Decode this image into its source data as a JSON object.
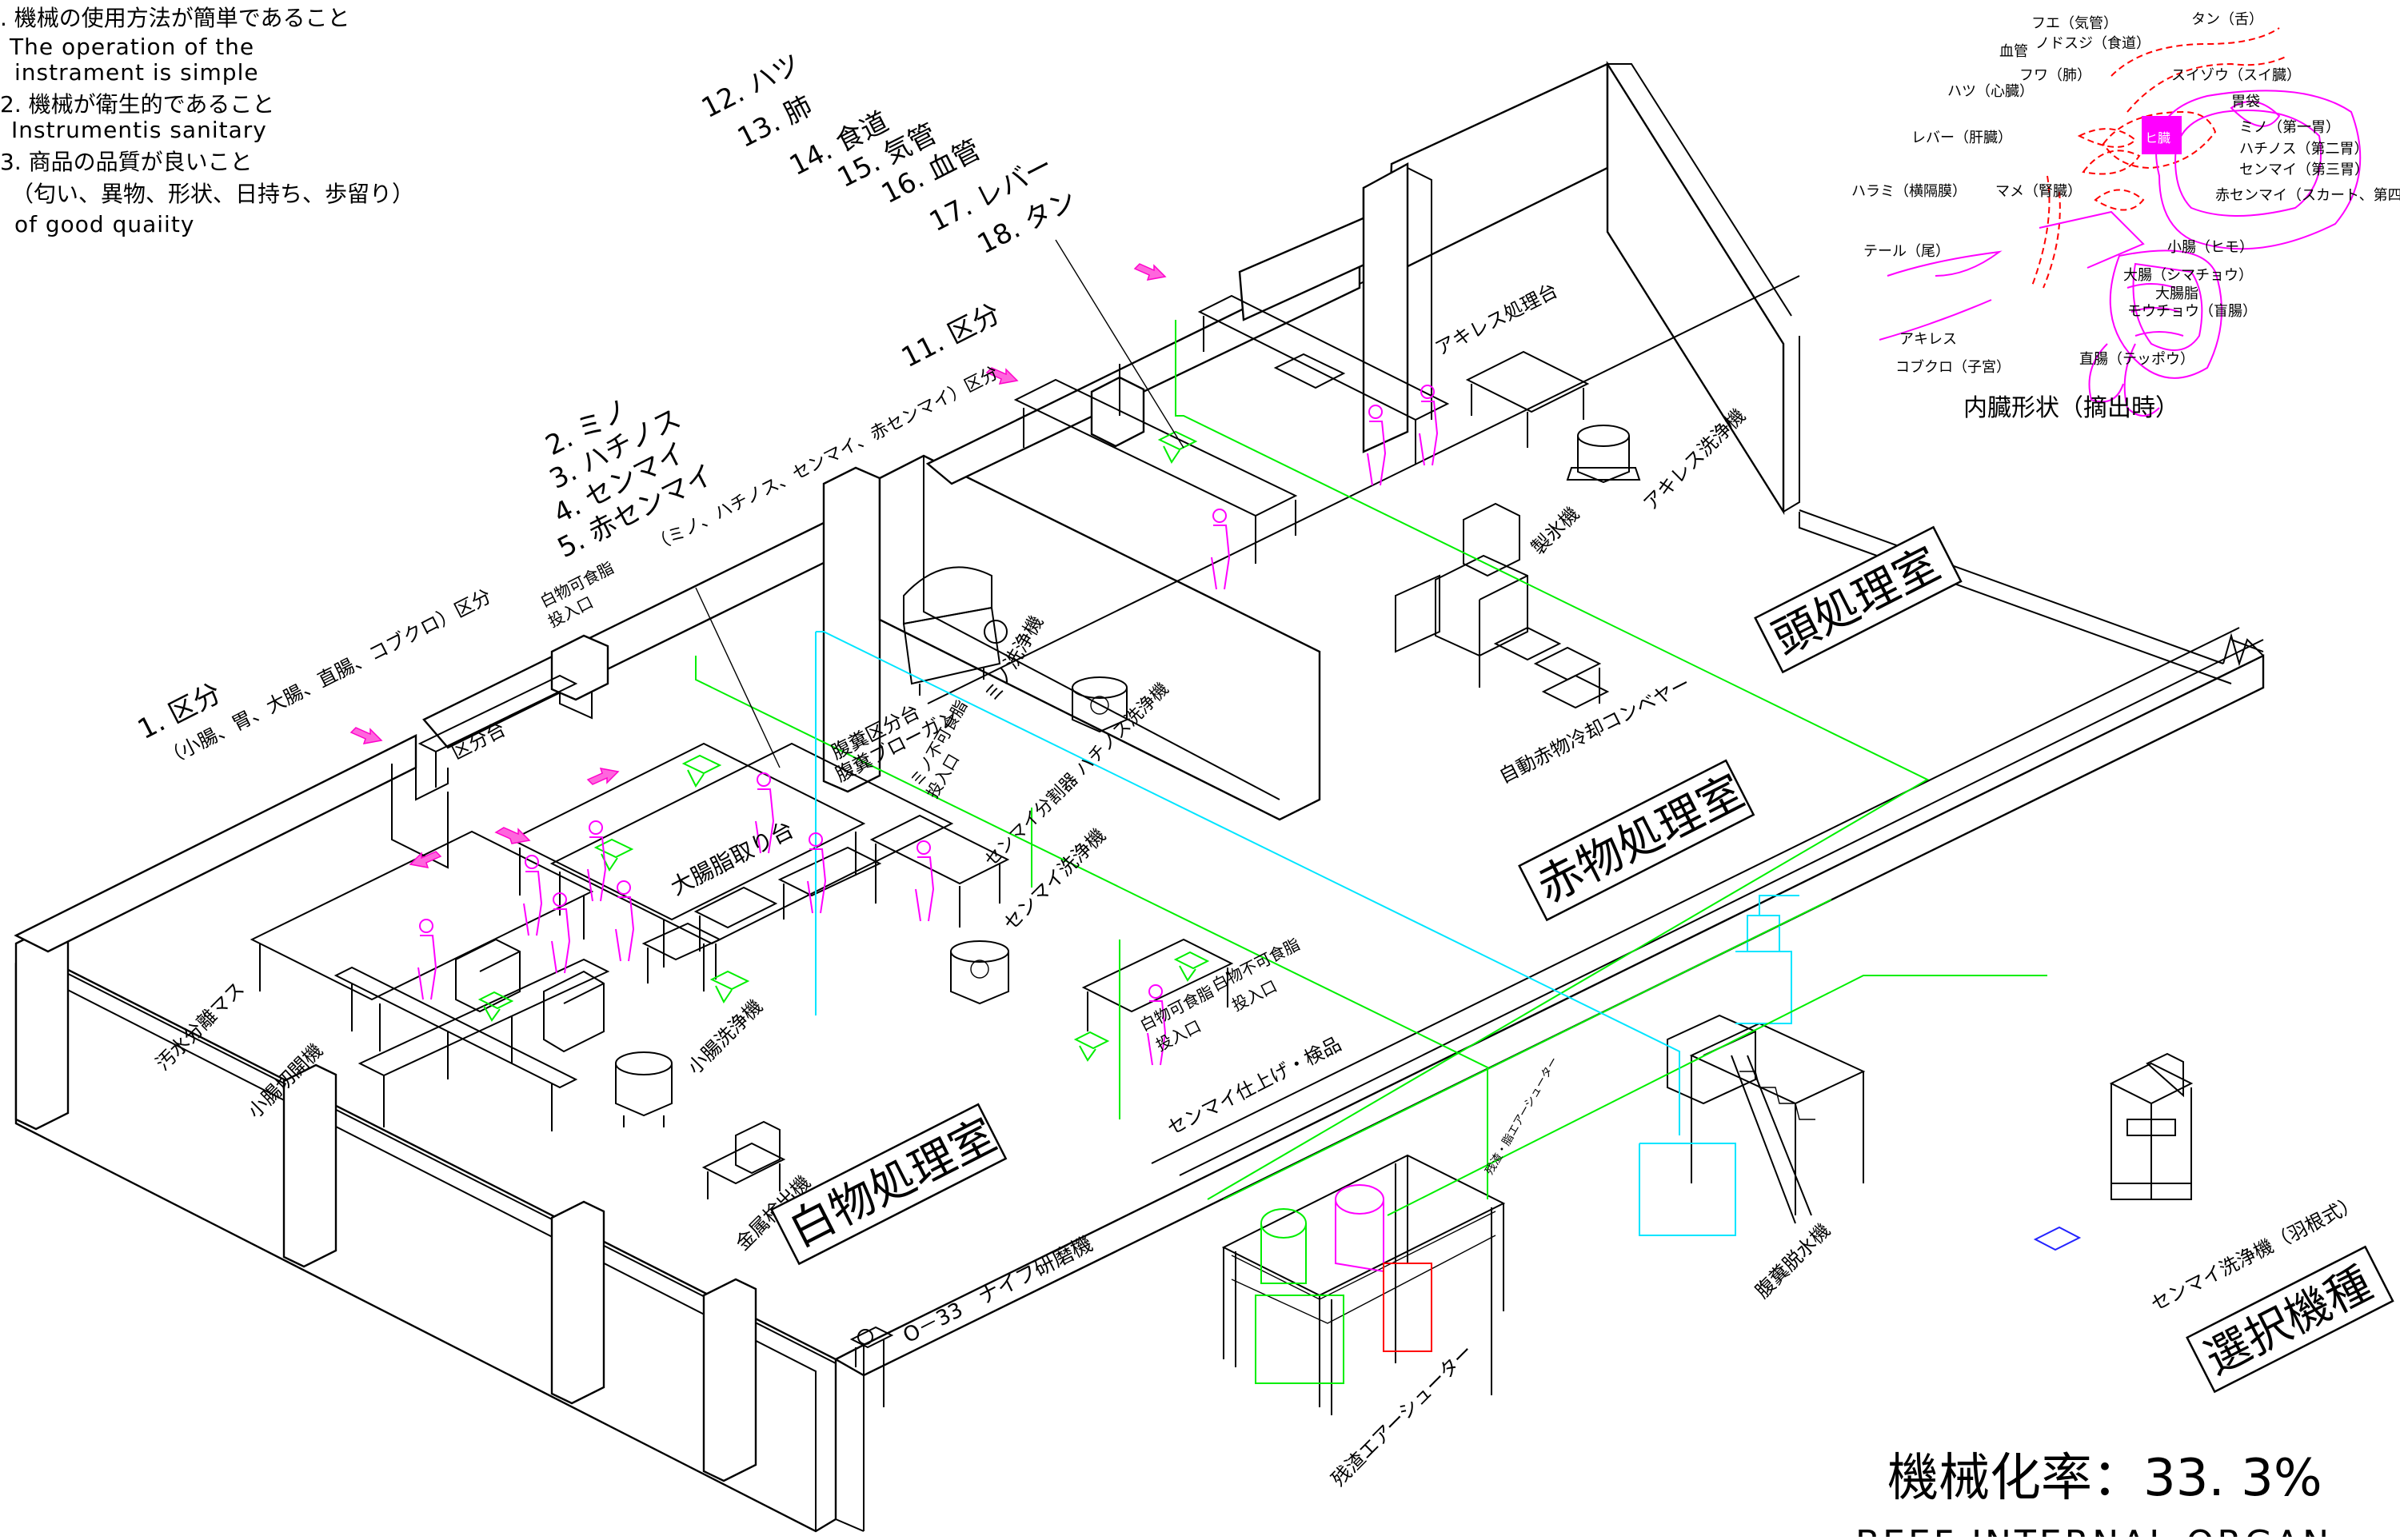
{
  "criteria": [
    {
      "jp": ". 機械の使用方法が簡単であること",
      "en1": "The  operation  of  the",
      "en2": "instrament  is  simple"
    },
    {
      "jp": "2. 機械が衛生的であること",
      "en1": "Instrumentis  sanitary"
    },
    {
      "jp": "3. 商品の品質が良いこと",
      "jp2": "（匂い、異物、形状、日持ち、歩留り）",
      "en1": "of  good  quaiity"
    }
  ],
  "steps": {
    "s1a": "1. 区分",
    "s1b": "（小腸、胃、大腸、直腸、コブクロ）区分",
    "s2": "2. ミノ",
    "s3": "3. ハチノス",
    "s4": "4. センマイ",
    "s5": "5. 赤センマイ",
    "s5b": "（ミノ、ハチノス、センマイ、赤センマイ）区分",
    "s11": "11. 区分",
    "s12": "12. ハツ",
    "s13": "13. 肺",
    "s14": "14. 食道",
    "s15": "15. 気管",
    "s16": "16. 血管",
    "s17": "17. レバー",
    "s18": "18. タン"
  },
  "rooms": {
    "white": "白物処理室",
    "red": "赤物処理室",
    "head": "頭処理室",
    "select": "選択機種"
  },
  "labels": {
    "kubundai": "区分台",
    "shiro_kashoku": "白物可食脂",
    "shiro_nyu": "投入口",
    "fukufun_kubun": "腹糞区分台",
    "fukufun_blower": "腹糞ブローガン",
    "mino_fukashoku": "ミノ不可食脂",
    "mino_nyu": "投入口",
    "daicho_toridai": "大腸脂取り台",
    "mino_washer": "ミノ洗浄機",
    "hachinosu_washer": "センマイ分割器 ハチノス洗浄機",
    "senmai_washer": "センマイ洗浄機",
    "shiro_fukashoku": "白物不可食脂",
    "shiro_fuka_nyu": "投入口",
    "shiro_kashoku2": "白物可食脂",
    "shiro_kashoku2_nyu": "投入口",
    "senmai_shiage": "センマイ仕上げ・検品",
    "osui": "汚水分離マス",
    "shocho_setsukai": "小腸切開機",
    "shocho_washer": "小腸洗浄機",
    "metal_detector": "金属検出機",
    "knife": "O－33　ナイフ研磨機",
    "zansa": "残渣エアーシューター",
    "zansa_small": "残渣・脂エアーシューター",
    "fukufun_dassui": "腹糞脱水機",
    "senmai_washer2": "センマイ洗浄機（羽根式）",
    "achilles_dai": "アキレス処理台",
    "achilles_washer": "アキレス洗浄機",
    "ice": "製氷機",
    "conveyor": "自動赤物冷却コンベヤー"
  },
  "organ_diagram": {
    "title": "内臓形状（摘出時）",
    "labels": [
      "フエ（気管）",
      "ノドスジ（食道）",
      "タン（舌）",
      "血管",
      "フワ（肺）",
      "スイゾウ（スイ臓）",
      "ハツ（心臓）",
      "胃袋",
      "ミノ（第一胃）",
      "ハチノス（第二胃）",
      "センマイ（第三胃）",
      "赤センマイ（スカート、第四",
      "レバー（肝臓）",
      "ヒ臓",
      "ハラミ（横隔膜）",
      "マメ（腎臓）",
      "テール（尾）",
      "小腸（ヒモ）",
      "大腸（シマチョウ）",
      "大腸脂",
      "モウチョウ（盲腸）",
      "アキレス",
      "コブクロ（子宮）",
      "直腸（テッポウ）"
    ]
  },
  "footer": {
    "rate": "機械化率：33. 3%",
    "cut": "BEEF  INTERNAL  ORGAN"
  },
  "colors": {
    "line": "#000000",
    "person": "#ff00ff",
    "green_pipe": "#00ee00",
    "cyan_pipe": "#00e5ff",
    "arrow": "#ff66dd",
    "organ_red": "#ff0000",
    "organ_magenta": "#ff00ff"
  }
}
